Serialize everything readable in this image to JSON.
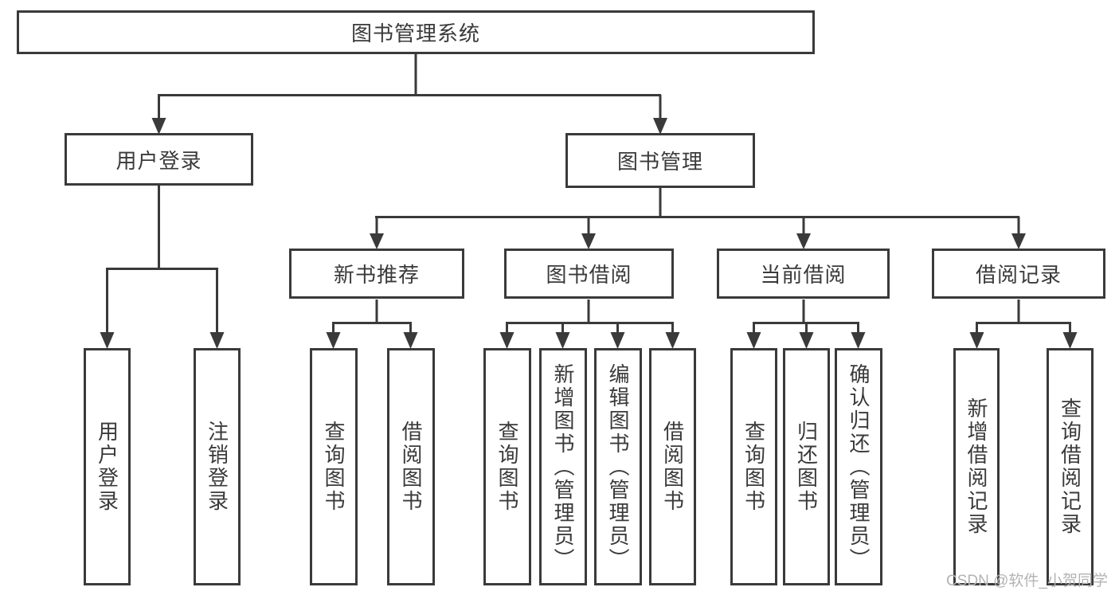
{
  "tree": {
    "root": "图书管理系统",
    "level2": [
      "用户登录",
      "图书管理"
    ],
    "level3": [
      "新书推荐",
      "图书借阅",
      "当前借阅",
      "借阅记录"
    ],
    "leaves": {
      "user_login": [
        "用户登录",
        "注销登录"
      ],
      "new_book": [
        "查询图书",
        "借阅图书"
      ],
      "book_borrow": [
        "查询图书",
        "新增图书（管理员）",
        "编辑图书（管理员）",
        "借阅图书"
      ],
      "current_borrow": [
        "查询图书",
        "归还图书",
        "确认归还（管理员）"
      ],
      "borrow_record": [
        "新增借阅记录",
        "查询借阅记录"
      ]
    }
  },
  "watermark": "CSDN @软件_小贺同学",
  "colors": {
    "line": "#3a3a3a",
    "text": "#3a3a3a",
    "watermark": "#b3b3b3",
    "background": "#ffffff"
  }
}
